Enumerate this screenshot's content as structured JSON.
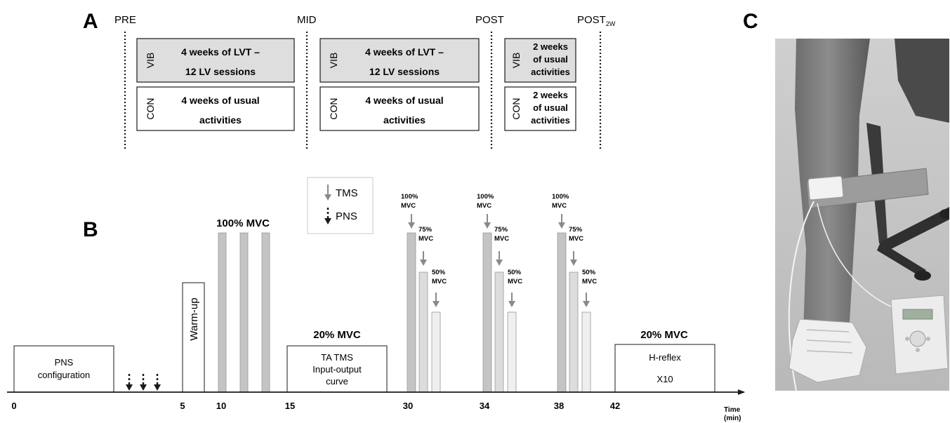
{
  "panel_a": {
    "letter": "A",
    "timepoints": {
      "pre": "PRE",
      "mid": "MID",
      "post": "POST",
      "post2w": "POST",
      "post2w_sub": "2W"
    },
    "groups": {
      "vib": "VIB",
      "con": "CON"
    },
    "phase1": {
      "vib_line1": "4 weeks of LVT –",
      "vib_line2": "12 LV sessions",
      "con_line1": "4 weeks of usual",
      "con_line2": "activities"
    },
    "phase2": {
      "vib_line1": "4 weeks of LVT –",
      "vib_line2": "12 LV sessions",
      "con_line1": "4 weeks of usual",
      "con_line2": "activities"
    },
    "phase3": {
      "vib_line1": "2 weeks",
      "vib_line2": "of usual",
      "vib_line3": "activities",
      "con_line1": "2 weeks",
      "con_line2": "of usual",
      "con_line3": "activities"
    }
  },
  "panel_b": {
    "letter": "B",
    "legend": {
      "tms": "TMS",
      "pns": "PNS"
    },
    "blocks": {
      "pns_line1": "PNS",
      "pns_line2": "configuration",
      "warmup": "Warm-up",
      "mvc100_title": "100% MVC",
      "tms_title": "20% MVC",
      "tms_line1": "TA TMS",
      "tms_line2": "Input-output",
      "tms_line3": "curve",
      "hreflex_title": "20% MVC",
      "hreflex_line1": "H-reflex",
      "hreflex_line2": "X10"
    },
    "mvc_labels": {
      "p100_a": "100%",
      "p100_b": "MVC",
      "p75_a": "75%",
      "p75_b": "MVC",
      "p50_a": "50%",
      "p50_b": "MVC"
    },
    "axis": {
      "ticks": [
        "0",
        "5",
        "10",
        "15",
        "30",
        "34",
        "38",
        "42"
      ],
      "label_line1": "Time",
      "label_line2": "(min)"
    }
  },
  "panel_c": {
    "letter": "C"
  },
  "colors": {
    "vib_fill": "#dedede",
    "bar_100": "#c4c4c4",
    "bar_75": "#dcdcdc",
    "bar_50": "#efefef",
    "tms_arrow": "#8a8a8a",
    "line": "#1a1a1a"
  }
}
